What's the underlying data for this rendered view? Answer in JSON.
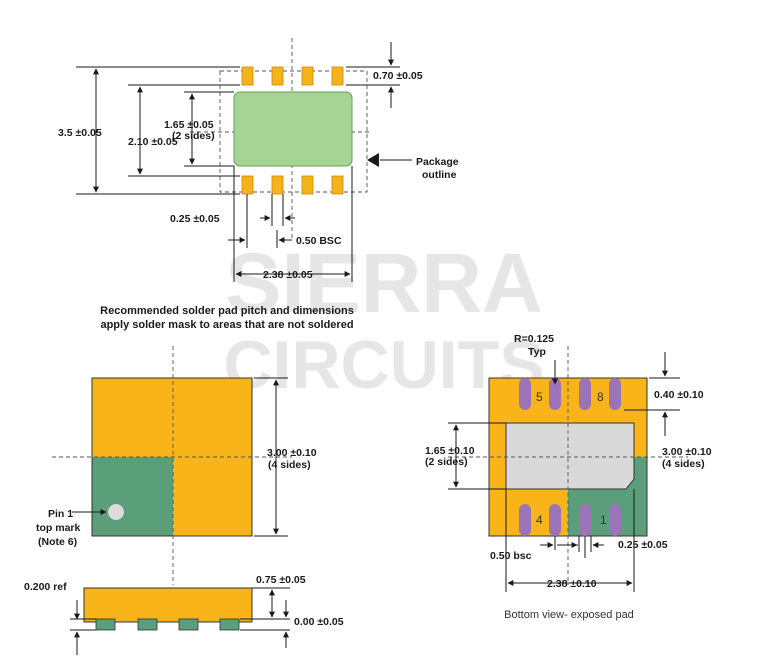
{
  "watermark": {
    "line1": "SIERRA",
    "line2": "CIRCUITS"
  },
  "top_view": {
    "pad_height": "0.70 ±0.05",
    "overall_height": "3.5 ±0.05",
    "pad_span": "2.10 ±0.05",
    "center_pad_line1": "1.65 ±0.05",
    "center_pad_line2": "(2 sides)",
    "package_outline_line1": "Package",
    "package_outline_line2": "outline",
    "pad_width": "0.25 ±0.05",
    "pitch": "0.50 BSC",
    "pad_row_width": "2.38 ±0.05",
    "caption_line1": "Recommended solder pad pitch and dimensions",
    "caption_line2": "apply solder mask to areas that are not soldered"
  },
  "top_mark_view": {
    "body_size_line1": "3.00 ±0.10",
    "body_size_line2": "(4 sides)",
    "pin1_line1": "Pin 1",
    "pin1_line2": "top mark",
    "pin1_line3": "(Note 6)"
  },
  "side_view": {
    "ref_height": "0.200 ref",
    "total_height": "0.75 ±0.05",
    "standoff": "0.00 ±0.05"
  },
  "bottom_view": {
    "radius_line1": "R=0.125",
    "radius_line2": "Typ",
    "pin_labels": [
      "5",
      "8",
      "4",
      "1"
    ],
    "lead_length": "0.40 ±0.10",
    "exposed_pad_line1": "1.65 ±0.10",
    "exposed_pad_line2": "(2 sides)",
    "body_size_line1": "3.00 ±0.10",
    "body_size_line2": "(4 sides)",
    "pitch": "0.50 bsc",
    "lead_width": "0.25 ±0.05",
    "pad_width": "2.38 ±0.10",
    "caption": "Bottom view- exposed pad"
  },
  "colors": {
    "pad_orange": "#f5b31b",
    "solder_mask_green": "#a6d494",
    "teal": "#5a9e7a",
    "lead_purple": "#9b74b8",
    "exposed_pad_gray": "#d9d9d9"
  }
}
